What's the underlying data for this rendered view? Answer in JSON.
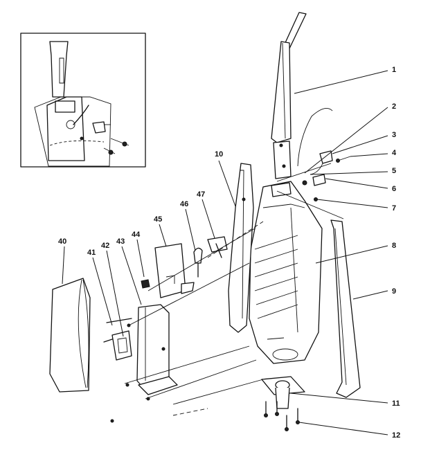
{
  "part_numbers": {
    "p1": "1",
    "p2": "2",
    "p3": "3",
    "p4": "4",
    "p5": "5",
    "p6": "6",
    "p7": "7",
    "p8": "8",
    "p9": "9",
    "p10": "10",
    "p11": "11",
    "p12": "12",
    "p40": "40",
    "p41": "41",
    "p42": "42",
    "p43": "43",
    "p44": "44",
    "p45": "45",
    "p46": "46",
    "p47": "47"
  }
}
